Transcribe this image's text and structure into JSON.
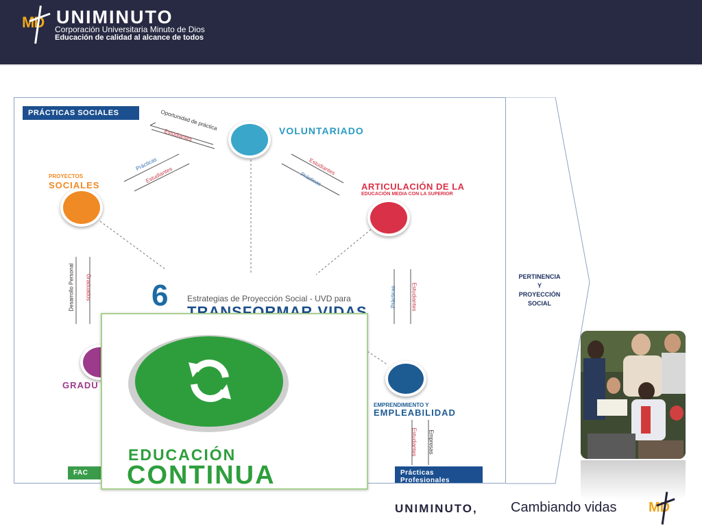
{
  "header": {
    "logo_text": "MD",
    "brand": "UNIMINUTO",
    "line1": "Corporación Universitaria Minuto de Dios",
    "line2": "Educación de calidad al alcance de todos"
  },
  "diagram": {
    "practicas_sociales": "PRÁCTICAS SOCIALES",
    "voluntariado": "VOLUNTARIADO",
    "proyectos_small": "PROYECTOS",
    "proyectos_big": "SOCIALES",
    "articulacion_big": "ARTICULACIÓN DE LA",
    "articulacion_small": "EDUCACIÓN MEDIA CON LA SUPERIOR",
    "emprendimiento_small": "EMPRENDIMIENTO Y",
    "emprendimiento_big": "EMPLEABILIDAD",
    "graduados_partial": "GRADU",
    "facultades_partial": "FAC",
    "practicas_profesionales": "Prácticas Profesionales",
    "six_number": "6",
    "six_line1": "Estrategias de Proyección Social - UVD para",
    "six_line2": "TRANSFORMAR VIDAS",
    "arrows": {
      "oportunidad": "Oportunidad de práctica",
      "estudiantes": "Estudiantes",
      "practicas": "Prácticas",
      "desarrollo_personal": "Desarrollo Personal",
      "graduados": "Graduados",
      "empresas": "Empresas"
    }
  },
  "overlay": {
    "line1": "EDUCACIÓN",
    "line2": "CONTINUA"
  },
  "side": {
    "l1": "PERTINENCIA",
    "l2": "Y",
    "l3": "PROYECCIÓN",
    "l4": "SOCIAL"
  },
  "footer": {
    "brand": "UNIMINUTO,",
    "tagline": "Cambiando vidas",
    "logo_text": "MD"
  },
  "colors": {
    "header_bg": "#272a42",
    "accent_gold": "#f0a61b",
    "edu_green": "#2e9e3c",
    "navy": "#1b4f8f"
  }
}
